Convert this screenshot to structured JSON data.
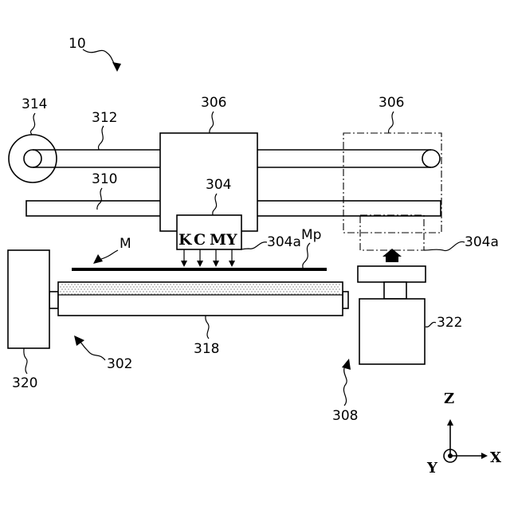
{
  "labels": {
    "apparatus": "10",
    "pulley": "314",
    "belt": "312",
    "carriage": "306",
    "carriage_moved": "306",
    "rail": "310",
    "head": "304",
    "nozzle_face": "304a",
    "nozzle_face_moved": "304a",
    "medium": "M",
    "print_area": "Mp",
    "conveyor": "302",
    "roller": "318",
    "motor": "320",
    "maintenance_unit": "308",
    "cap_drive": "322"
  },
  "ink_colors": [
    "K",
    "C",
    "M",
    "Y"
  ],
  "axes": {
    "z": "Z",
    "x": "X",
    "y": "Y"
  }
}
